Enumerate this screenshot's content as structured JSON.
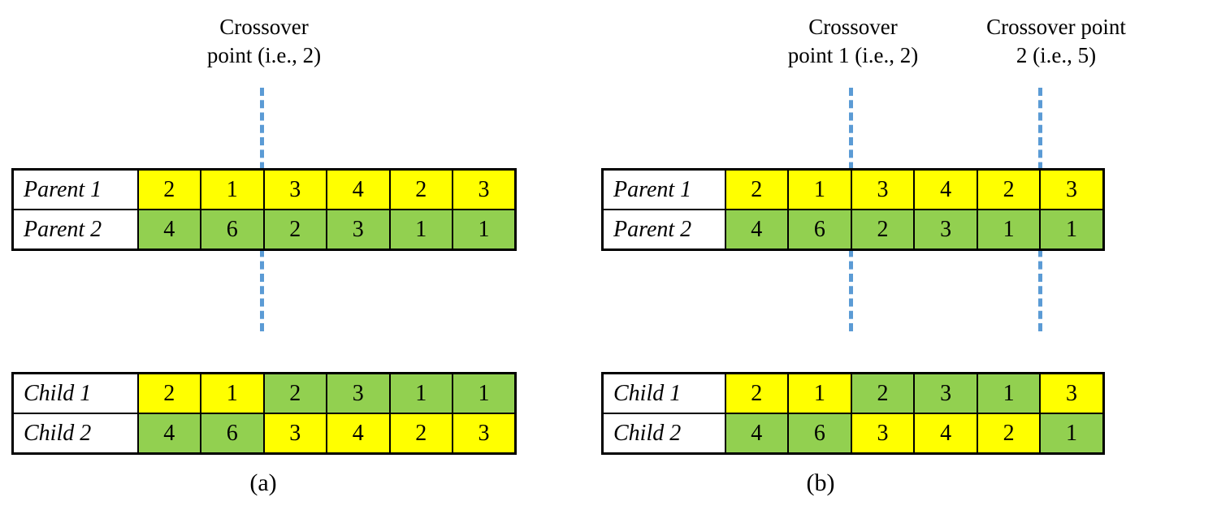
{
  "figure": {
    "colors": {
      "gene_yellow": "#FFFF00",
      "gene_green": "#92D050",
      "crossover_line": "#5B9BD5",
      "border": "#000000",
      "background": "#FFFFFF"
    }
  },
  "panels": [
    {
      "id": "a",
      "caption": "(a)",
      "crossover_labels": [
        {
          "text": "Crossover\npoint (i.e., 2)"
        }
      ],
      "crossover_points": [
        2
      ],
      "parents": {
        "rows": [
          {
            "label": "Parent 1",
            "genes": [
              "2",
              "1",
              "3",
              "4",
              "2",
              "3"
            ],
            "colors": [
              "yellow",
              "yellow",
              "yellow",
              "yellow",
              "yellow",
              "yellow"
            ]
          },
          {
            "label": "Parent 2",
            "genes": [
              "4",
              "6",
              "2",
              "3",
              "1",
              "1"
            ],
            "colors": [
              "green",
              "green",
              "green",
              "green",
              "green",
              "green"
            ]
          }
        ]
      },
      "children": {
        "rows": [
          {
            "label": "Child 1",
            "genes": [
              "2",
              "1",
              "2",
              "3",
              "1",
              "1"
            ],
            "colors": [
              "yellow",
              "yellow",
              "green",
              "green",
              "green",
              "green"
            ]
          },
          {
            "label": "Child 2",
            "genes": [
              "4",
              "6",
              "3",
              "4",
              "2",
              "3"
            ],
            "colors": [
              "green",
              "green",
              "yellow",
              "yellow",
              "yellow",
              "yellow"
            ]
          }
        ]
      }
    },
    {
      "id": "b",
      "caption": "(b)",
      "crossover_labels": [
        {
          "text": "Crossover\npoint 1 (i.e., 2)"
        },
        {
          "text": "Crossover point\n2 (i.e., 5)"
        }
      ],
      "crossover_points": [
        2,
        5
      ],
      "parents": {
        "rows": [
          {
            "label": "Parent 1",
            "genes": [
              "2",
              "1",
              "3",
              "4",
              "2",
              "3"
            ],
            "colors": [
              "yellow",
              "yellow",
              "yellow",
              "yellow",
              "yellow",
              "yellow"
            ]
          },
          {
            "label": "Parent 2",
            "genes": [
              "4",
              "6",
              "2",
              "3",
              "1",
              "1"
            ],
            "colors": [
              "green",
              "green",
              "green",
              "green",
              "green",
              "green"
            ]
          }
        ]
      },
      "children": {
        "rows": [
          {
            "label": "Child 1",
            "genes": [
              "2",
              "1",
              "2",
              "3",
              "1",
              "3"
            ],
            "colors": [
              "yellow",
              "yellow",
              "green",
              "green",
              "green",
              "yellow"
            ]
          },
          {
            "label": "Child 2",
            "genes": [
              "4",
              "6",
              "3",
              "4",
              "2",
              "1"
            ],
            "colors": [
              "green",
              "green",
              "yellow",
              "yellow",
              "yellow",
              "green"
            ]
          }
        ]
      }
    }
  ]
}
